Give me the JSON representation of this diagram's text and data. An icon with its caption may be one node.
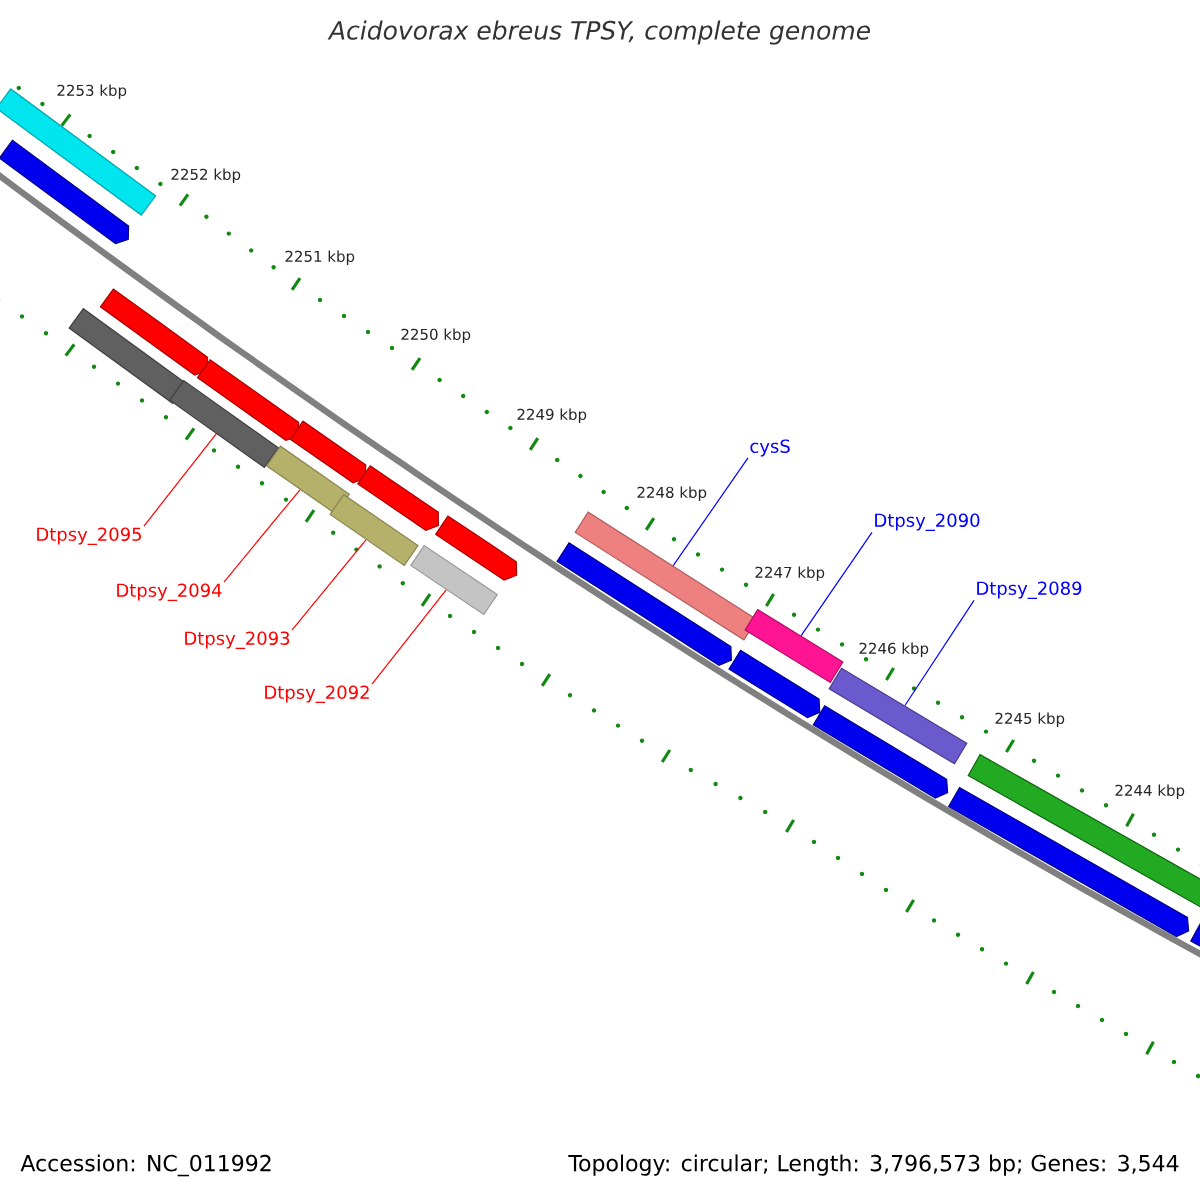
{
  "diagram": {
    "title": "Acidovorax ebreus TPSY, complete genome",
    "nodes": [
      {
        "text": [
          "cysS"
        ]
      },
      {
        "text": [
          "Dtpsy_2090"
        ]
      },
      {
        "text": [
          "Dtpsy_2095"
        ]
      },
      {
        "text": [
          "Dtpsy_2089"
        ]
      },
      {
        "text": [
          "Dtpsy_2094"
        ]
      },
      {
        "text": [
          "Dtpsy_2093"
        ]
      },
      {
        "text": [
          "Dtpsy_2092"
        ]
      },
      {
        "text": [],
        "shape": "arrow"
      },
      {
        "text": [],
        "shape": "bar"
      },
      {
        "text": [],
        "shape": "bar"
      },
      {
        "text": [],
        "shape": "arrow"
      },
      {
        "text": [],
        "shape": "bar"
      },
      {
        "text": [],
        "shape": "arrow"
      },
      {
        "text": [],
        "shape": "bar"
      },
      {
        "text": [],
        "shape": "arrow"
      },
      {
        "text": [],
        "shape": "bar"
      },
      {
        "text": [],
        "shape": "arrow"
      },
      {
        "text": [],
        "shape": "bar"
      },
      {
        "text": [],
        "shape": "arrow"
      },
      {
        "text": [],
        "shape": "arrow"
      },
      {
        "text": [],
        "shape": "bar"
      },
      {
        "text": [],
        "shape": "arrow"
      },
      {
        "text": [],
        "shape": "bar"
      },
      {
        "text": [],
        "shape": "arrow"
      },
      {
        "text": [],
        "shape": "bar"
      },
      {
        "text": [],
        "shape": "arrow"
      },
      {
        "text": [],
        "shape": "bar"
      },
      {
        "text": [],
        "shape": "arrow"
      }
    ],
    "edges": [
      {
        "from": 0,
        "to": 20,
        "arrow": "none",
        "color": "#0000ff"
      },
      {
        "from": 1,
        "to": 22,
        "arrow": "none",
        "color": "#0000ff"
      },
      {
        "from": 2,
        "to": 11,
        "arrow": "none"
      },
      {
        "from": 3,
        "to": 24,
        "arrow": "none",
        "color": "#0000ff"
      },
      {
        "from": 4,
        "to": 13,
        "arrow": "none"
      },
      {
        "from": 5,
        "to": 15,
        "arrow": "none"
      },
      {
        "from": 6,
        "to": 17,
        "arrow": "none"
      }
    ],
    "labels": [
      "2253 kbp",
      "2252 kbp",
      "2251 kbp",
      "2250 kbp",
      "2249 kbp",
      "2248 kbp",
      "2247 kbp",
      "2246 kbp",
      "2245 kbp",
      "2244 kbp",
      "Accession: NC_011992",
      "Topology: circular; Length: 3,796,573 bp; Genes: 3,544"
    ]
  }
}
